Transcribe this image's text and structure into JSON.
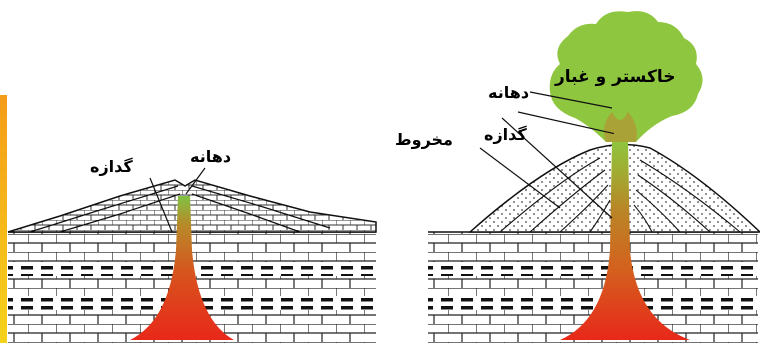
{
  "left_diagram": {
    "label_magma": "گدازه",
    "label_vent": "دهانه"
  },
  "right_diagram": {
    "label_ash": "خاکستر و غبار",
    "label_vent": "دهانه",
    "label_magma": "گدازه",
    "label_cone": "مخروط"
  },
  "colors": {
    "magma_bottom": "#e8281a",
    "magma_mid": "#c8731f",
    "vent_green": "#7fc242",
    "ash_green": "#8fc63f",
    "edge_stripe_top": "#f59c1a",
    "edge_stripe_bottom": "#f5d21a"
  }
}
